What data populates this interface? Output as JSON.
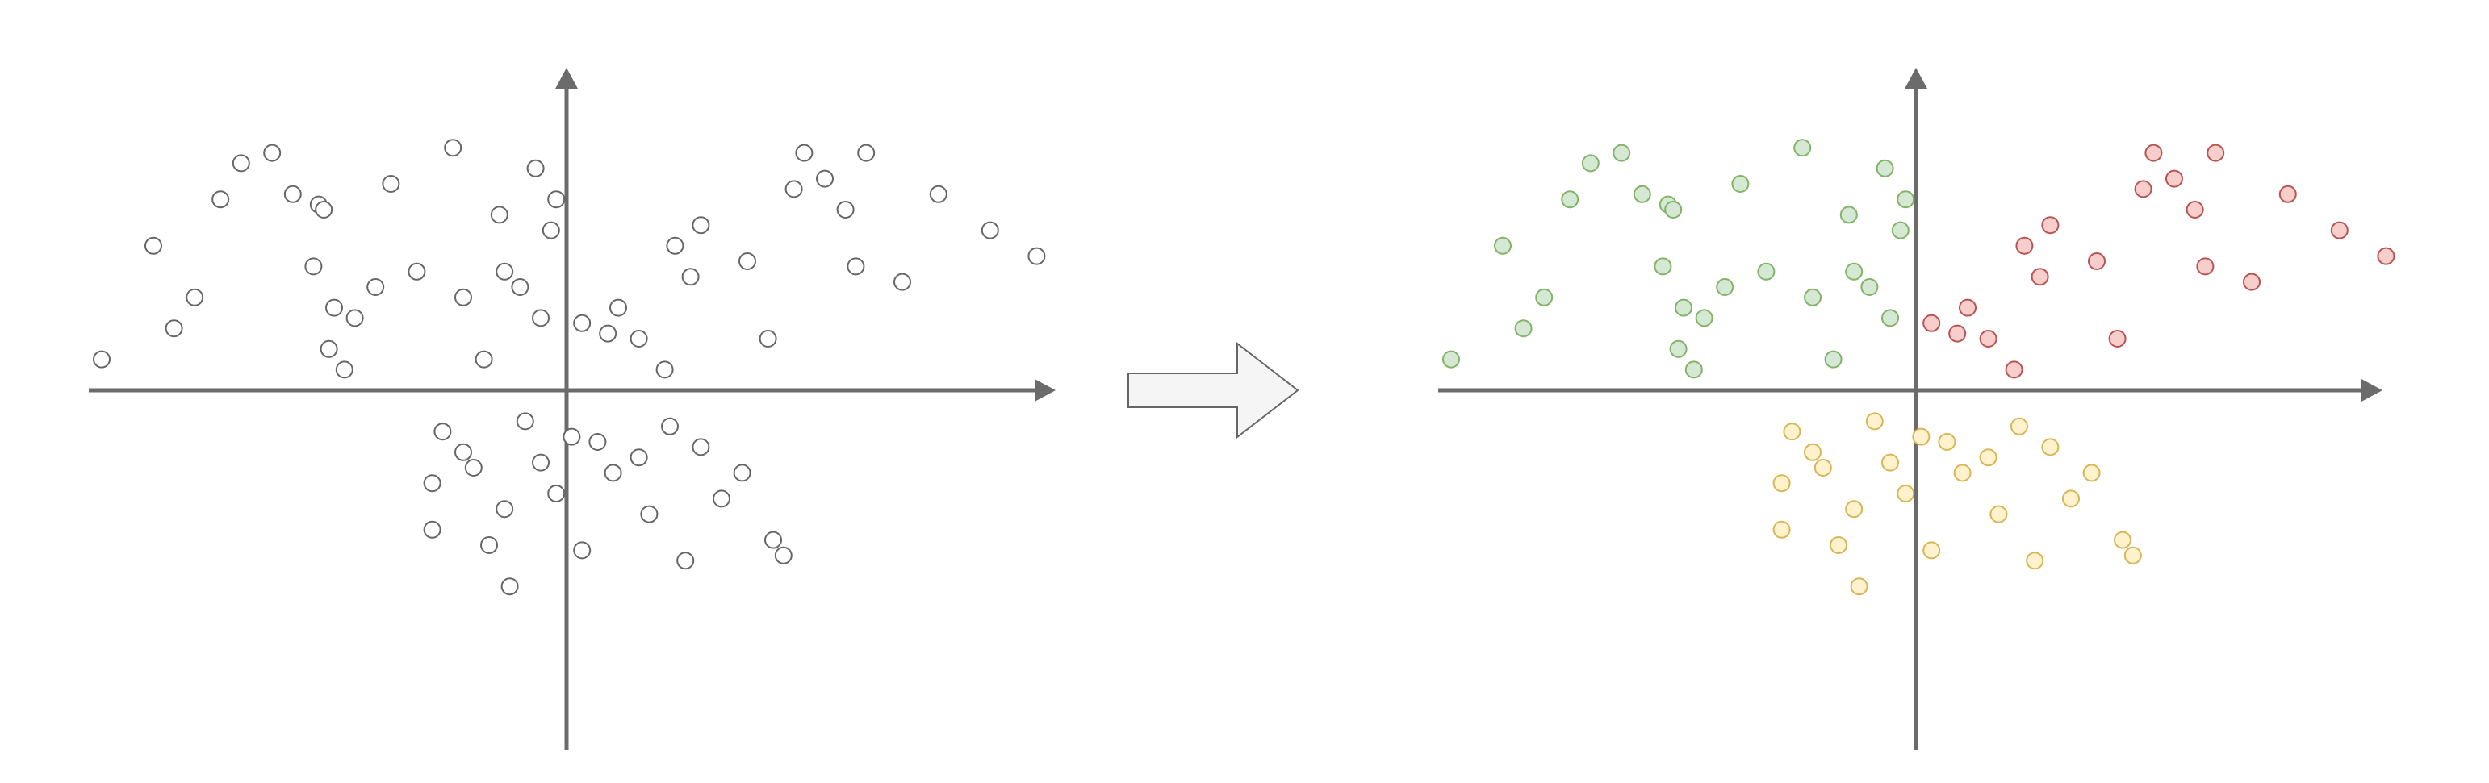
{
  "colors": {
    "axis": "#6b6b6b",
    "point_unlabeled_stroke": "#666666",
    "point_unlabeled_fill": "#ffffff",
    "cluster_green_fill": "#d5e8d4",
    "cluster_green_stroke": "#82b366",
    "cluster_red_fill": "#f8cecc",
    "cluster_red_stroke": "#b85450",
    "cluster_yellow_fill": "#fff2cc",
    "cluster_yellow_stroke": "#d6b656",
    "arrow_fill": "#f5f5f5",
    "arrow_stroke": "#666666"
  },
  "icons": {
    "transition_arrow": "right-block-arrow-icon"
  },
  "clusters": {
    "green": [
      [
        -9,
        0.6
      ],
      [
        -8,
        2.8
      ],
      [
        -7.6,
        1.2
      ],
      [
        -7.2,
        1.8
      ],
      [
        -6.7,
        3.7
      ],
      [
        -6.3,
        4.4
      ],
      [
        -5.7,
        4.6
      ],
      [
        -5.3,
        3.8
      ],
      [
        -4.9,
        2.4
      ],
      [
        -4.8,
        3.6
      ],
      [
        -4.7,
        3.5
      ],
      [
        -4.6,
        0.8
      ],
      [
        -4.5,
        1.6
      ],
      [
        -4.3,
        0.4
      ],
      [
        -4.1,
        1.4
      ],
      [
        -3.7,
        2.0
      ],
      [
        -3.4,
        4.0
      ],
      [
        -2.9,
        2.3
      ],
      [
        -2.2,
        4.7
      ],
      [
        -2.0,
        1.8
      ],
      [
        -1.6,
        0.6
      ],
      [
        -1.3,
        3.4
      ],
      [
        -1.2,
        2.3
      ],
      [
        -0.9,
        2.0
      ],
      [
        -0.6,
        4.3
      ],
      [
        -0.5,
        1.4
      ],
      [
        -0.3,
        3.1
      ],
      [
        -0.2,
        3.7
      ]
    ],
    "red": [
      [
        0.3,
        1.3
      ],
      [
        0.8,
        1.1
      ],
      [
        1.0,
        1.6
      ],
      [
        1.4,
        1.0
      ],
      [
        1.9,
        0.4
      ],
      [
        2.1,
        2.8
      ],
      [
        2.4,
        2.2
      ],
      [
        2.6,
        3.2
      ],
      [
        3.5,
        2.5
      ],
      [
        3.9,
        1.0
      ],
      [
        4.4,
        3.9
      ],
      [
        4.6,
        4.6
      ],
      [
        5.0,
        4.1
      ],
      [
        5.4,
        3.5
      ],
      [
        5.6,
        2.4
      ],
      [
        5.8,
        4.6
      ],
      [
        6.5,
        2.1
      ],
      [
        7.2,
        3.8
      ],
      [
        8.2,
        3.1
      ],
      [
        9.1,
        2.6
      ]
    ],
    "yellow": [
      [
        -2.6,
        -1.8
      ],
      [
        -2.6,
        -2.7
      ],
      [
        -2.4,
        -0.8
      ],
      [
        -2.0,
        -1.2
      ],
      [
        -1.8,
        -1.5
      ],
      [
        -1.5,
        -3.0
      ],
      [
        -1.2,
        -2.3
      ],
      [
        -1.1,
        -3.8
      ],
      [
        -0.8,
        -0.6
      ],
      [
        -0.5,
        -1.4
      ],
      [
        -0.2,
        -2.0
      ],
      [
        0.1,
        -0.9
      ],
      [
        0.3,
        -3.1
      ],
      [
        0.6,
        -1.0
      ],
      [
        0.9,
        -1.6
      ],
      [
        1.4,
        -1.3
      ],
      [
        1.6,
        -2.4
      ],
      [
        2.0,
        -0.7
      ],
      [
        2.3,
        -3.3
      ],
      [
        2.6,
        -1.1
      ],
      [
        3.0,
        -2.1
      ],
      [
        3.4,
        -1.6
      ],
      [
        4.0,
        -2.9
      ],
      [
        4.2,
        -3.2
      ]
    ]
  }
}
